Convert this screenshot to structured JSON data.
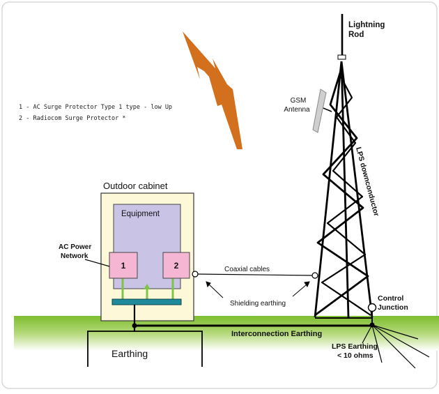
{
  "labels": {
    "lightning_rod_line1": "Lightning",
    "lightning_rod_line2": "Rod",
    "gsm_line1": "GSM",
    "gsm_line2": "Antenna",
    "downconductor": "LPS downconductor",
    "outdoor_cabinet": "Outdoor  cabinet",
    "equipment": "Equipment",
    "ac_power_line1": "AC Power",
    "ac_power_line2": "Network",
    "protector1": "1",
    "protector2": "2",
    "coaxial_cables": "Coaxial cables",
    "shielding_earthing": "Shielding earthing",
    "control_line1": "Control",
    "control_line2": "Junction",
    "interconnection_earthing": "Interconnection Earthing",
    "earthing": "Earthing",
    "lps_earthing_line1": "LPS Earthing",
    "lps_earthing_line2": "< 10 ohms"
  },
  "legend": [
    "1 - AC Surge Protector Type 1 type - low Up",
    "2 - Radiocom Surge Protector *"
  ],
  "colors": {
    "ground": "#8dc63f",
    "cabinet_fill": "#fdf8d8",
    "equipment_fill": "#c9c3e6",
    "protector_fill": "#f4b6d2",
    "busbar": "#1f8a9a",
    "green_wire": "#7ec44a",
    "lightning": "#d2701e",
    "antenna": "#cfcfcf"
  },
  "icons": [
    "lightning-bolt-icon"
  ]
}
